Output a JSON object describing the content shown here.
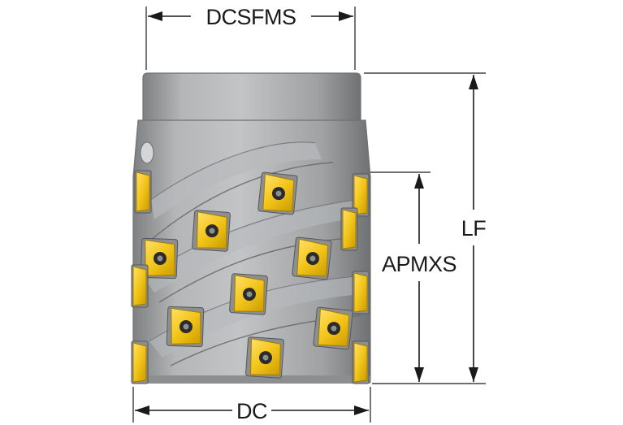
{
  "diagram": {
    "labels": {
      "top_width": "DCSFMS",
      "overall_length": "LF",
      "max_cut_depth": "APMXS",
      "cutting_diameter": "DC"
    },
    "colors": {
      "body": "#9fa1a3",
      "body_highlight": "#c2c4c6",
      "body_shadow": "#7e8082",
      "insert_yellow": "#f2c419",
      "insert_dark": "#c99a00",
      "screw": "#2b2b2b",
      "dimension_lines": "#1a1a1a"
    },
    "icons": {
      "cutter": "indexable-helical-end-mill",
      "insert": "yellow-carbide-insert",
      "screw": "torx-screw-head"
    }
  }
}
